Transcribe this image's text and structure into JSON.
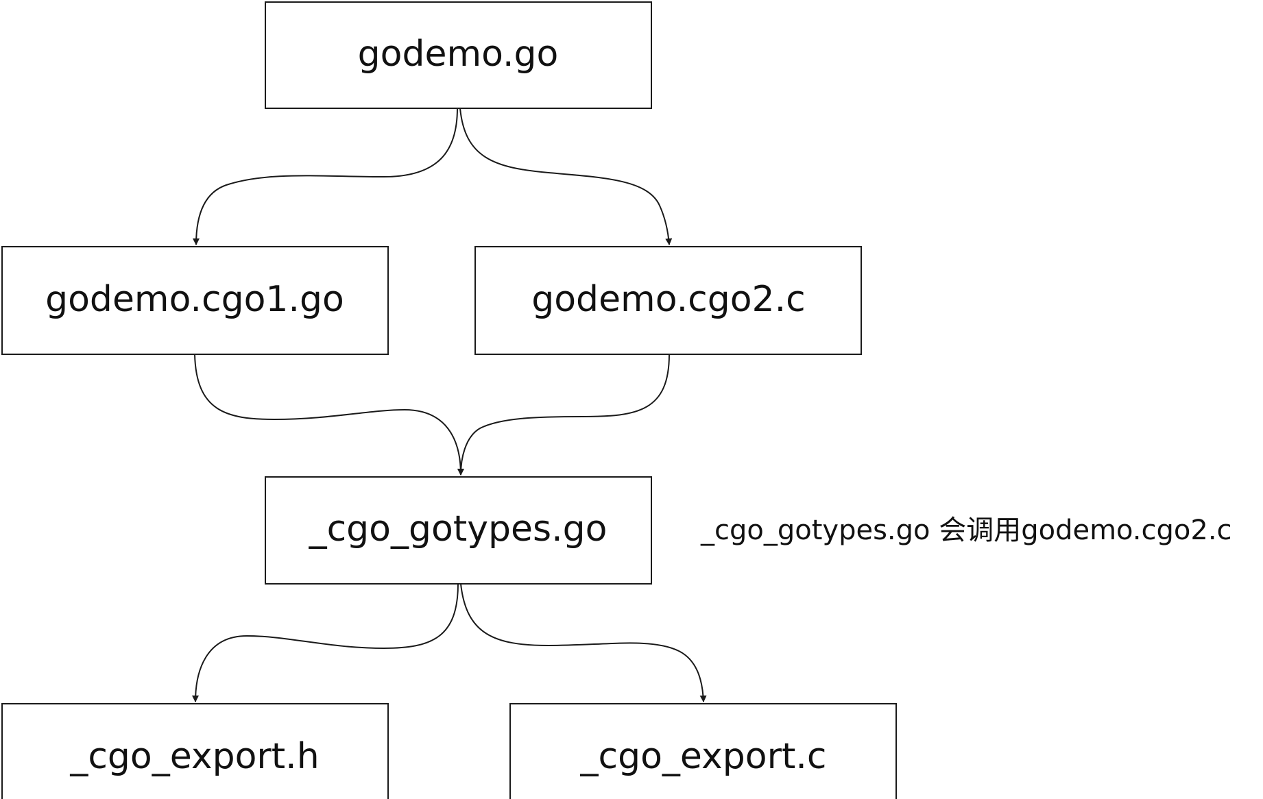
{
  "nodes": {
    "godemo_go": "godemo.go",
    "cgo1": "godemo.cgo1.go",
    "cgo2": "godemo.cgo2.c",
    "gotypes": "_cgo_gotypes.go",
    "export_h": "_cgo_export.h",
    "export_c": "_cgo_export.c"
  },
  "annotation": "_cgo_gotypes.go 会调用godemo.cgo2.c",
  "colors": {
    "stroke": "#1a1a1a",
    "text": "#111111",
    "background": "#ffffff"
  }
}
